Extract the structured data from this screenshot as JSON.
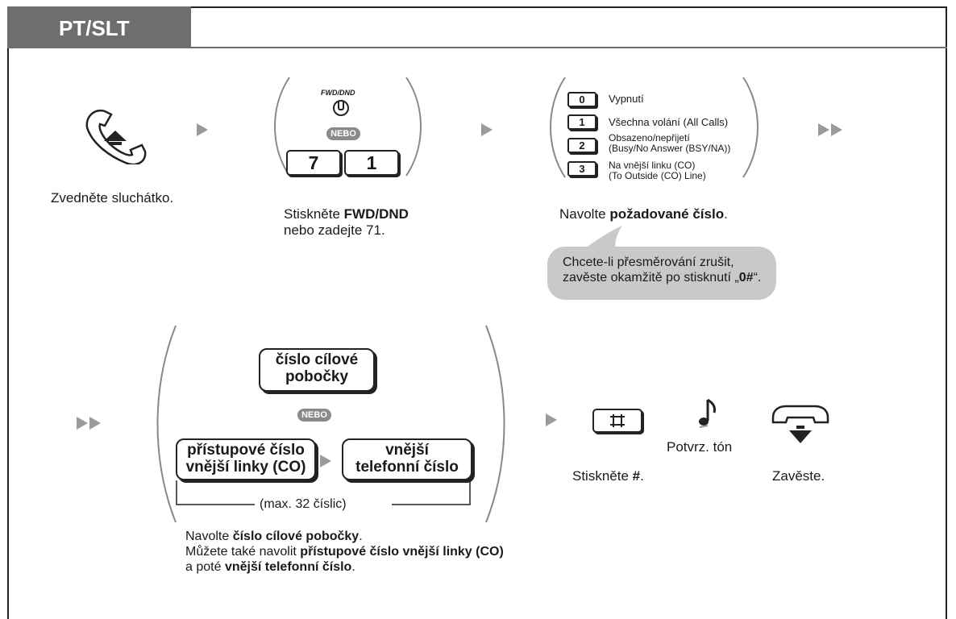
{
  "header": {
    "title": "PT/SLT"
  },
  "steps": {
    "lift": {
      "label": "Zvedněte sluchátko."
    },
    "press": {
      "key_label": "FWD/DND",
      "nebo": "NEBO",
      "key1": "7",
      "key2": "1",
      "line1_prefix": "Stiskněte ",
      "line1_bold": "FWD/DND",
      "line2": "nebo zadejte 71."
    },
    "options": {
      "items": [
        {
          "key": "0",
          "text": "Vypnutí"
        },
        {
          "key": "1",
          "text": "Všechna volání (All Calls)"
        },
        {
          "key": "2",
          "text_line1": "Obsazeno/nepřijetí",
          "text_line2": "(Busy/No Answer (BSY/NA))"
        },
        {
          "key": "3",
          "text_line1": "Na vnější linku (CO)",
          "text_line2": "(To Outside (CO) Line)"
        }
      ],
      "label_prefix": "Navolte ",
      "label_bold": "požadované číslo",
      "label_suffix": "."
    },
    "tip": {
      "line1": "Chcete-li přesměrování zrušit,",
      "line2_prefix": "zavěste okamžitě po stisknutí „",
      "line2_bold": "0#",
      "line2_suffix": "“."
    },
    "destination": {
      "ext_box_line1": "číslo cílové",
      "ext_box_line2": "pobočky",
      "nebo": "NEBO",
      "co_box_line1": "přístupové číslo",
      "co_box_line2": "vnější linky (CO)",
      "phone_box_line1": "vnější",
      "phone_box_line2": "telefonní číslo",
      "max_note": "(max. 32 číslic)"
    },
    "hash": {
      "label_prefix": "Stiskněte ",
      "label_bold": "#",
      "label_suffix": "."
    },
    "tone": {
      "label": "Potvrz. tón"
    },
    "hangup": {
      "label": "Zavěste."
    },
    "bottom_note": {
      "l1_prefix": "Navolte ",
      "l1_bold": "číslo cílové pobočky",
      "l1_suffix": ".",
      "l2_prefix": "Můžete také navolit ",
      "l2_bold": "přístupové číslo vnější linky (CO)",
      "l3_prefix": "a poté ",
      "l3_bold": "vnější telefonní číslo",
      "l3_suffix": "."
    }
  },
  "colors": {
    "header_bg": "#6e6e6e",
    "arrow": "#9a9a9a",
    "tip_bg": "#c9c9c9",
    "nebo_bg": "#8a8a8a"
  }
}
